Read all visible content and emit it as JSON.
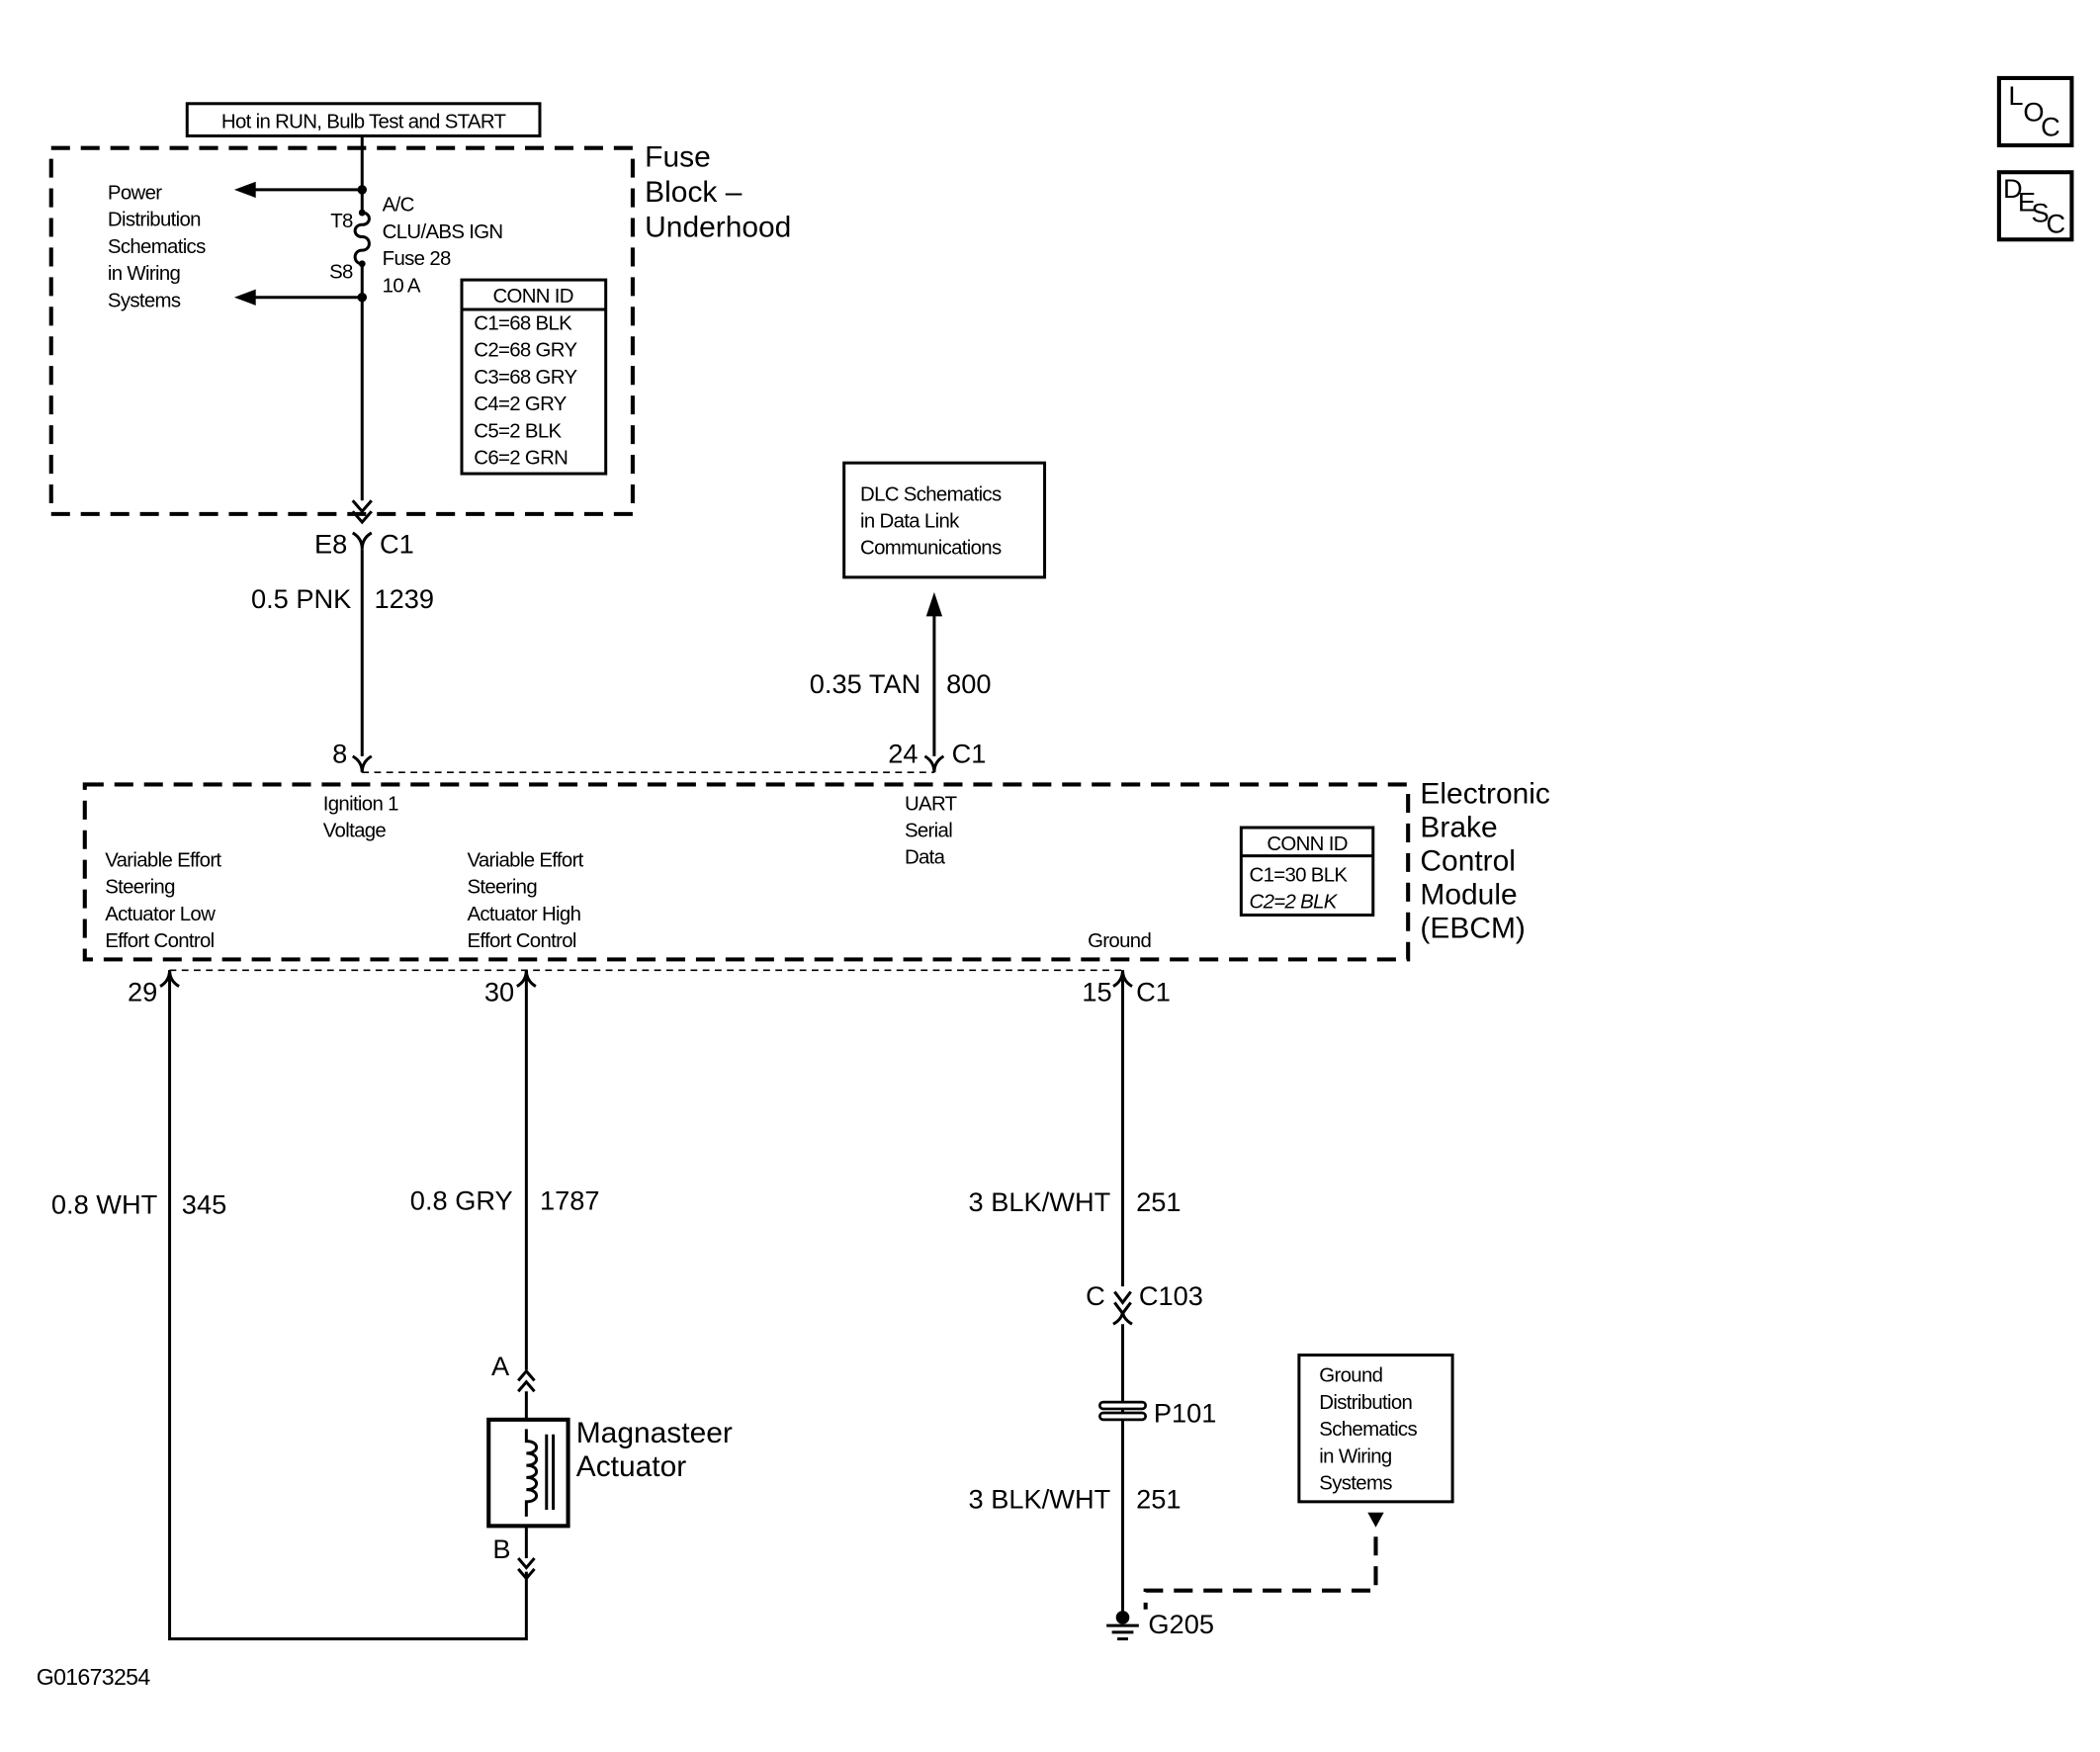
{
  "corner_buttons": {
    "loc": [
      "L",
      "O",
      "C"
    ],
    "desc": [
      "D",
      "E",
      "S",
      "C"
    ]
  },
  "fuse_block": {
    "hot_label": "Hot in RUN, Bulb Test and START",
    "name": [
      "Fuse",
      "Block –",
      "Underhood"
    ],
    "power_distribution": [
      "Power",
      "Distribution",
      "Schematics",
      "in Wiring",
      "Systems"
    ],
    "fuse_label": [
      "A/C",
      "CLU/ABS IGN",
      "Fuse 28",
      "10 A"
    ],
    "terminal_top": "T8",
    "terminal_bottom": "S8",
    "conn_title": "CONN ID",
    "conn": [
      "C1=68 BLK",
      "C2=68 GRY",
      "C3=68 GRY",
      "C4=2 GRY",
      "C5=2 BLK",
      "C6=2 GRN"
    ],
    "out_pin": "E8",
    "out_conn": "C1"
  },
  "wire_1239": {
    "gauge": "0.5 PNK",
    "circuit": "1239"
  },
  "dlc_box": [
    "DLC Schematics",
    "in Data Link",
    "Communications"
  ],
  "wire_800": {
    "gauge": "0.35 TAN",
    "circuit": "800"
  },
  "ebcm": {
    "name": [
      "Electronic",
      "Brake",
      "Control",
      "Module",
      "(EBCM)"
    ],
    "pin_ignition": "8",
    "pin_uart": "24",
    "uart_conn": "C1",
    "ignition_label": [
      "Ignition 1",
      "Voltage"
    ],
    "uart_label": [
      "UART",
      "Serial",
      "Data"
    ],
    "low_effort_label": [
      "Variable Effort",
      "Steering",
      "Actuator Low",
      "Effort Control"
    ],
    "high_effort_label": [
      "Variable Effort",
      "Steering",
      "Actuator High",
      "Effort Control"
    ],
    "ground_label": "Ground",
    "conn_title": "CONN ID",
    "conn": [
      "C1=30 BLK",
      "C2=2 BLK"
    ],
    "pin_low": "29",
    "pin_high": "30",
    "pin_ground": "15",
    "ground_conn": "C1"
  },
  "wire_345": {
    "gauge": "0.8 WHT",
    "circuit": "345"
  },
  "wire_1787": {
    "gauge": "0.8 GRY",
    "circuit": "1787"
  },
  "wire_251_upper": {
    "gauge": "3 BLK/WHT",
    "circuit": "251"
  },
  "c103": {
    "pin": "C",
    "name": "C103"
  },
  "p101": "P101",
  "wire_251_lower": {
    "gauge": "3 BLK/WHT",
    "circuit": "251"
  },
  "g205": "G205",
  "actuator": {
    "name": [
      "Magnasteer",
      "Actuator"
    ],
    "pin_a": "A",
    "pin_b": "B"
  },
  "ground_dist_box": [
    "Ground",
    "Distribution",
    "Schematics",
    "in Wiring",
    "Systems"
  ],
  "figure_id": "G01673254"
}
